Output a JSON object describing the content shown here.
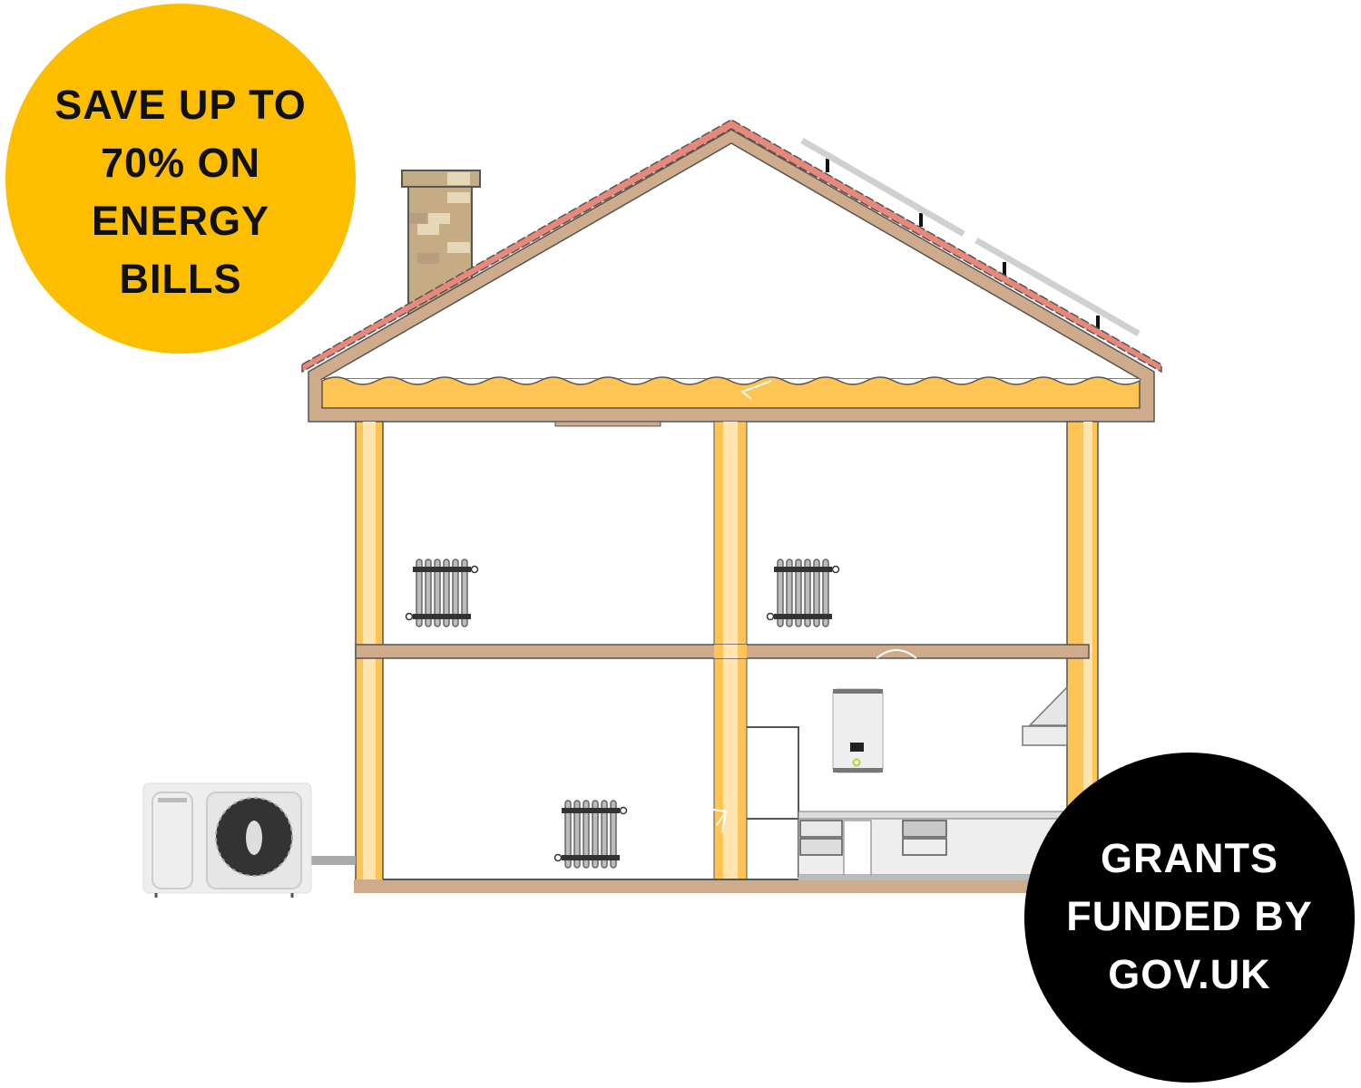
{
  "savings_badge": {
    "lines": [
      "SAVE UP TO",
      "70% ON",
      "ENERGY",
      "BILLS"
    ],
    "color": "#FDBE00"
  },
  "grants_badge": {
    "lines": [
      "GRANTS",
      "FUNDED BY",
      "GOV.UK"
    ],
    "color": "#000000"
  },
  "colors": {
    "roof_tiles": "#E8887A",
    "timber": "#CEAB8A",
    "insulation": "#FFC453",
    "insulation_light": "#FFE4B0",
    "chimney": "#C6AC85",
    "solar_panel": "#D0D0D0",
    "outline": "#555555"
  },
  "icons": [
    "radiator-icon",
    "heat-pump-icon",
    "boiler-icon",
    "solar-panel-icon",
    "chimney-icon",
    "cooker-hood-icon"
  ]
}
